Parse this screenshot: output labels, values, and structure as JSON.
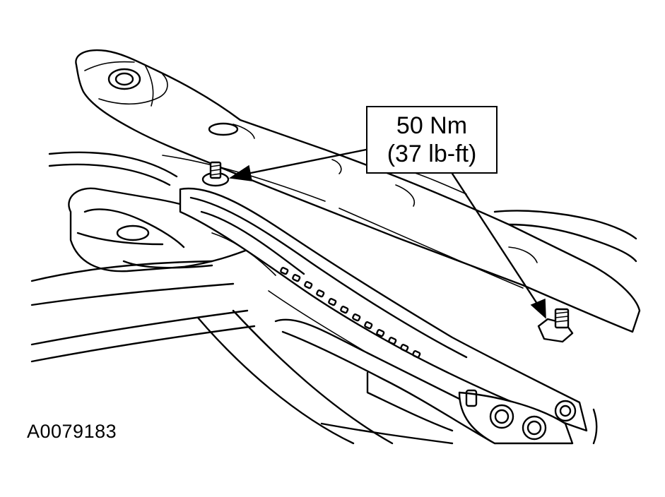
{
  "callout": {
    "torque_metric": "50 Nm",
    "torque_imperial": "(37 lb-ft)"
  },
  "figure": {
    "id": "A0079183"
  }
}
